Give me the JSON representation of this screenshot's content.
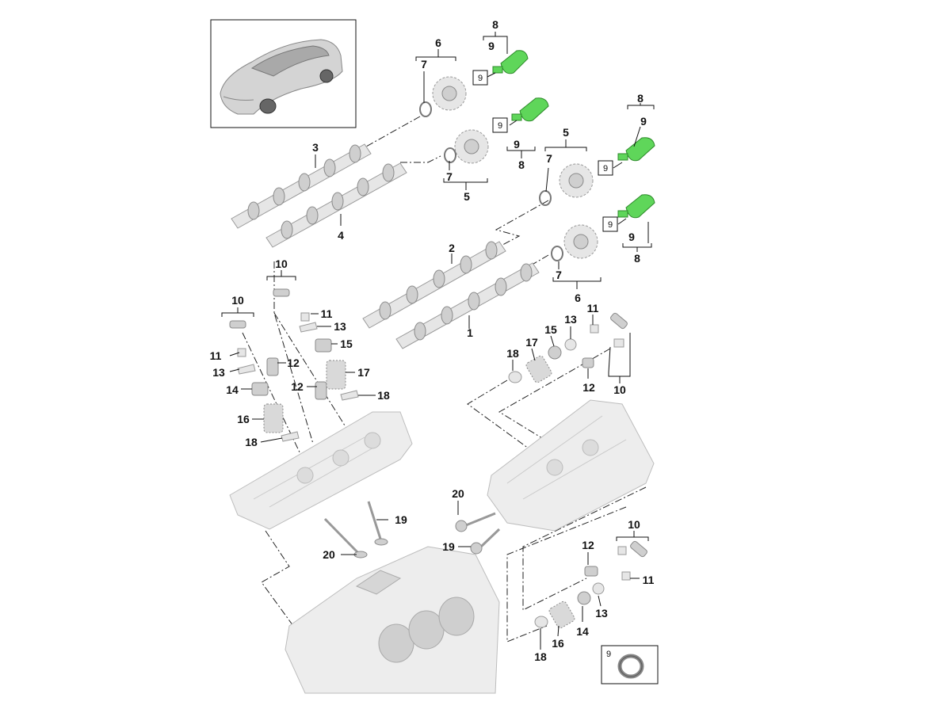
{
  "diagram_labels": {
    "l1": "1",
    "l2": "2",
    "l3": "3",
    "l4": "4",
    "l5a": "5",
    "l5b": "5",
    "l6a": "6",
    "l6b": "6",
    "l7a": "7",
    "l7b": "7",
    "l7c": "7",
    "l7d": "7",
    "l8a": "8",
    "l8b": "8",
    "l8c": "8",
    "l8d": "8",
    "l9a": "9",
    "l9b": "9",
    "l9c": "9",
    "l9d": "9",
    "l10a": "10",
    "l10b": "10",
    "l10c": "10",
    "l10d": "10",
    "l11a": "11",
    "l11b": "11",
    "l11c": "11",
    "l11d": "11",
    "l12a": "12",
    "l12b": "12",
    "l12c": "12",
    "l12d": "12",
    "l13a": "13",
    "l13b": "13",
    "l13c": "13",
    "l13d": "13",
    "l14a": "14",
    "l14b": "14",
    "l15a": "15",
    "l15b": "15",
    "l16a": "16",
    "l16b": "16",
    "l17a": "17",
    "l17b": "17",
    "l18a": "18",
    "l18b": "18",
    "l18c": "18",
    "l18d": "18",
    "l19a": "19",
    "l19b": "19",
    "l20a": "20",
    "l20b": "20"
  },
  "boxed_refs": {
    "b1": "9",
    "b2": "9",
    "b3": "9",
    "b4": "9"
  },
  "detail_inset": {
    "ref": "9"
  },
  "icons": {
    "vehicle": "car-thumbnail-icon",
    "seal": "seal-ring-icon",
    "solenoid": "camshaft-solenoid-icon"
  },
  "colors": {
    "solenoid": "#5fd65a",
    "parts": "#e6e6e6",
    "line": "#111111"
  }
}
